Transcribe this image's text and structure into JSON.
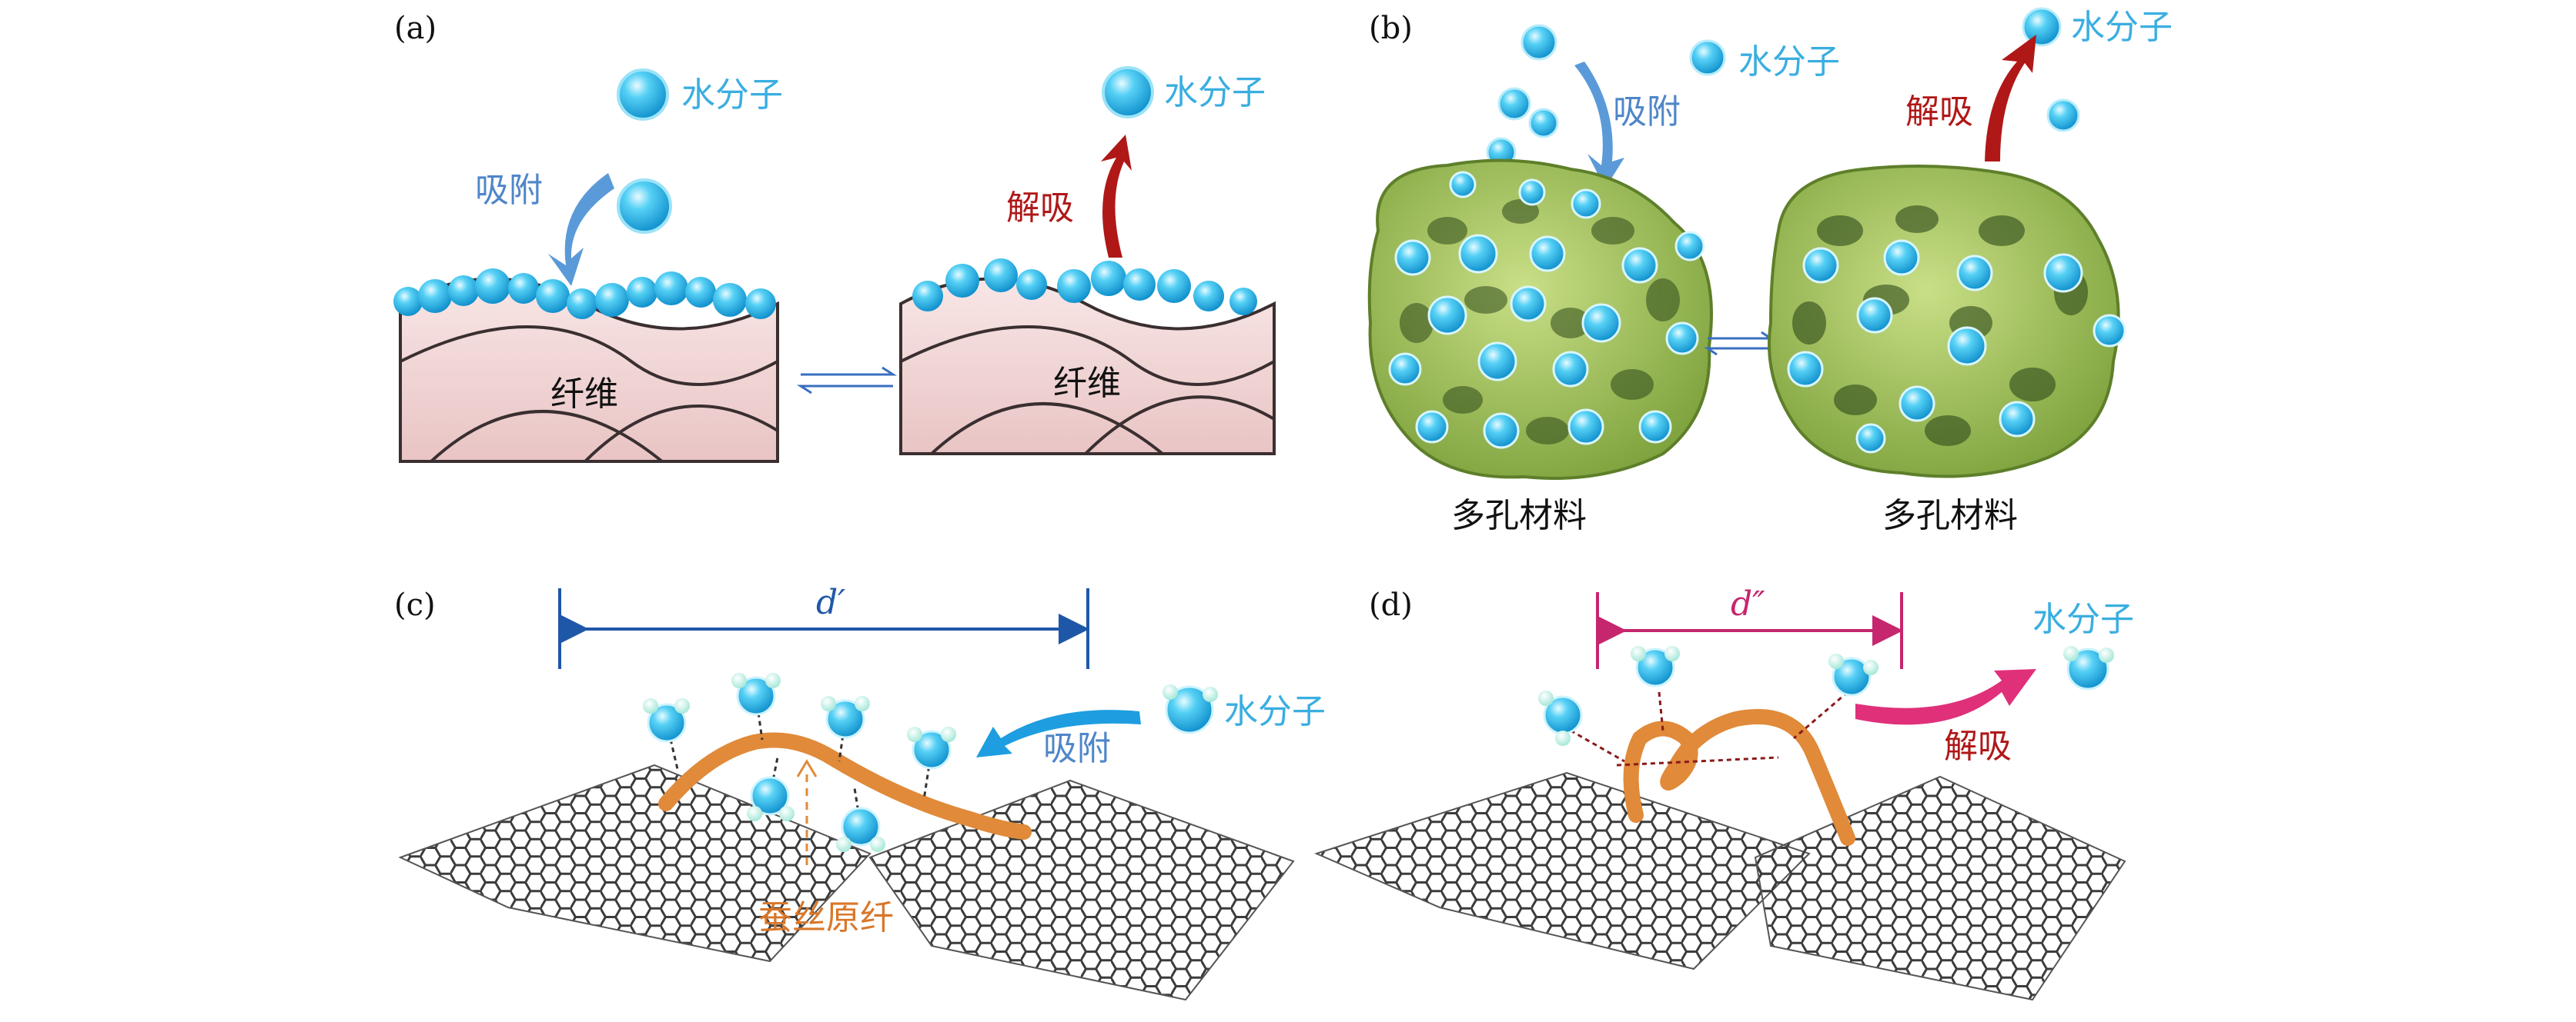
{
  "panels": {
    "a": {
      "tag": "(a)",
      "water_left": "水分子",
      "water_right": "水分子",
      "adsorb": "吸附",
      "desorb": "解吸",
      "fiber_left": "纤维",
      "fiber_right": "纤维"
    },
    "b": {
      "tag": "(b)",
      "water_left": "水分子",
      "water_right": "水分子",
      "adsorb": "吸附",
      "desorb": "解吸",
      "material_left": "多孔材料",
      "material_right": "多孔材料"
    },
    "c": {
      "tag": "(c)",
      "distance": "d′",
      "water": "水分子",
      "adsorb": "吸附",
      "fiber": "蚕丝原纤"
    },
    "d": {
      "tag": "(d)",
      "distance": "d″",
      "water": "水分子",
      "desorb": "解吸"
    }
  },
  "colors": {
    "water_text": "#3aaee0",
    "adsorb_text": "#4f86c9",
    "adsorb_arrow": "#5b9ad8",
    "desorb": "#b01818",
    "d_prime": "#1f57a8",
    "d_double_prime": "#c6266e",
    "fiber_orange": "#e08a3a",
    "porous_green": "#a8c85a",
    "fiber_pink": "#f4dcdc",
    "water_blue": "#2fb7e8"
  },
  "icons": [
    "water-molecule-icon",
    "equilibrium-arrows-icon",
    "graphene-sheet-icon"
  ]
}
